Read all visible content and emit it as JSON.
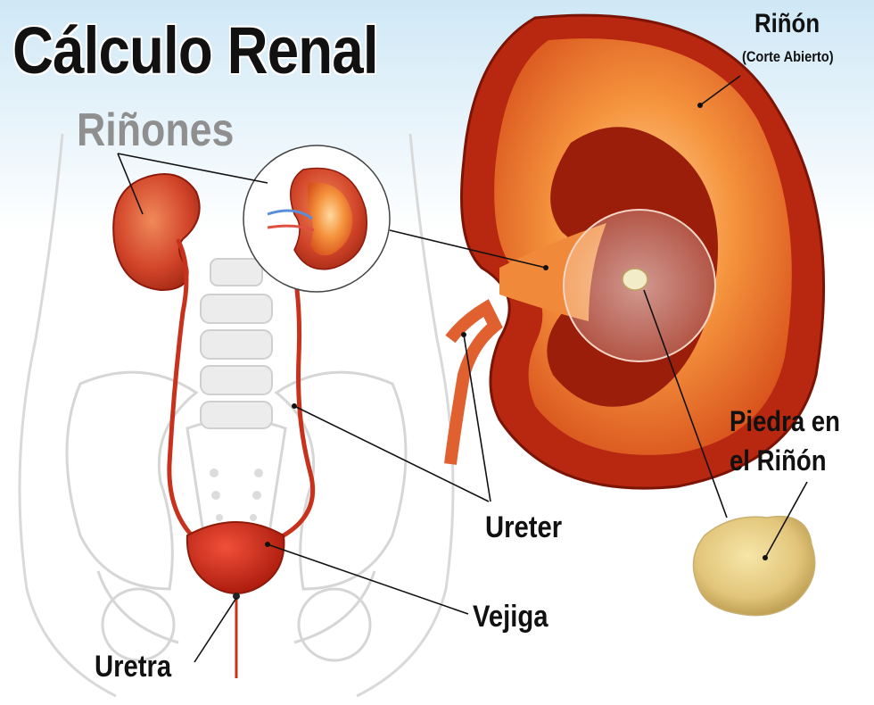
{
  "title": "Cálculo Renal",
  "subtitle": "Riñones",
  "labels": {
    "kidney": "Riñón",
    "kidney_section": "(Corte Abierto)",
    "stone_line1": "Piedra en",
    "stone_line2": "el Riñón",
    "ureter": "Ureter",
    "bladder": "Vejiga",
    "urethra": "Uretra"
  },
  "colors": {
    "organ_red": "#c8321c",
    "organ_dark": "#8e1a0c",
    "organ_orange": "#e8642c",
    "stone": "#e6cf8a",
    "skeleton": "#d4d4d4",
    "sky": "#cfe8f6"
  }
}
